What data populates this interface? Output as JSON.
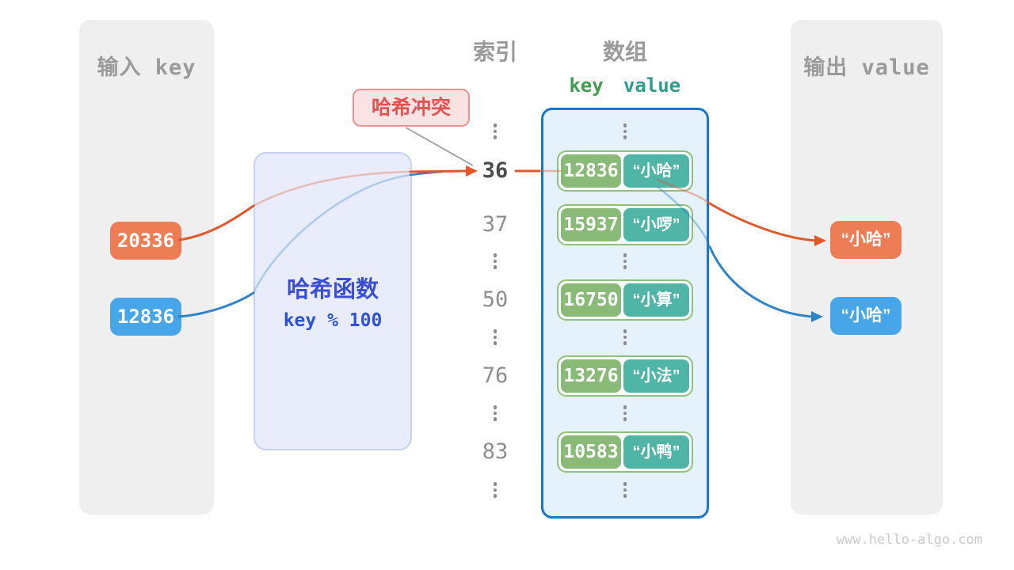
{
  "input_panel": {
    "title": "输入 key",
    "keys": [
      {
        "value": "20336",
        "color": "#ed7d55"
      },
      {
        "value": "12836",
        "color": "#47a6e7"
      }
    ]
  },
  "hash_box": {
    "title": "哈希函数",
    "formula": "key % 100"
  },
  "collision_label": "哈希冲突",
  "index_column": {
    "title": "索引",
    "values": [
      {
        "label": "36",
        "emphasized": true
      },
      {
        "label": "37",
        "emphasized": false
      },
      {
        "label": "50",
        "emphasized": false
      },
      {
        "label": "76",
        "emphasized": false
      },
      {
        "label": "83",
        "emphasized": false
      }
    ]
  },
  "array_panel": {
    "title": "数组",
    "key_header": "key",
    "value_header": "value",
    "rows": [
      {
        "key": "12836",
        "value": "“小哈”"
      },
      {
        "key": "15937",
        "value": "“小啰”"
      },
      {
        "key": "16750",
        "value": "“小算”"
      },
      {
        "key": "13276",
        "value": "“小法”"
      },
      {
        "key": "10583",
        "value": "“小鸭”"
      }
    ]
  },
  "output_panel": {
    "title": "输出 value",
    "values": [
      {
        "text": "“小哈”",
        "color": "#ed7d55"
      },
      {
        "text": "“小哈”",
        "color": "#47a6e7"
      }
    ]
  },
  "footer": "www.hello-algo.com",
  "colors": {
    "arrow_orange": "#e0582a",
    "arrow_blue": "#2f83c8",
    "key_green": "#8aba78",
    "value_teal": "#4fb5a6",
    "array_border_blue": "#1777c9",
    "hash_text_blue": "#3a4fd5",
    "collision_red": "#e25352",
    "panel_gray": "#efefef"
  }
}
